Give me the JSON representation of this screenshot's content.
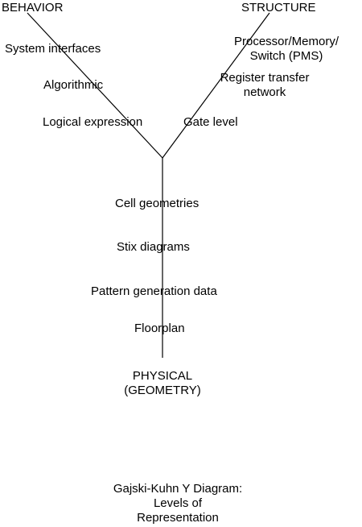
{
  "axes": {
    "behavior": "BEHAVIOR",
    "structure": "STRUCTURE",
    "physical_line1": "PHYSICAL",
    "physical_line2": "(GEOMETRY)"
  },
  "behavior_levels": [
    "System interfaces",
    "Algorithmic",
    "Logical expression"
  ],
  "structure_levels": {
    "pms_line1": "Processor/Memory/",
    "pms_line2": "Switch (PMS)",
    "rt_line1": "Register transfer",
    "rt_line2": "network",
    "gate": "Gate level"
  },
  "physical_levels": [
    "Cell geometries",
    "Stix diagrams",
    "Pattern generation data",
    "Floorplan"
  ],
  "caption": {
    "line1": "Gajski-Kuhn Y Diagram:",
    "line2": "Levels of",
    "line3": "Representation"
  },
  "colors": {
    "line": "#000000",
    "text": "#000000",
    "background": "#ffffff"
  }
}
